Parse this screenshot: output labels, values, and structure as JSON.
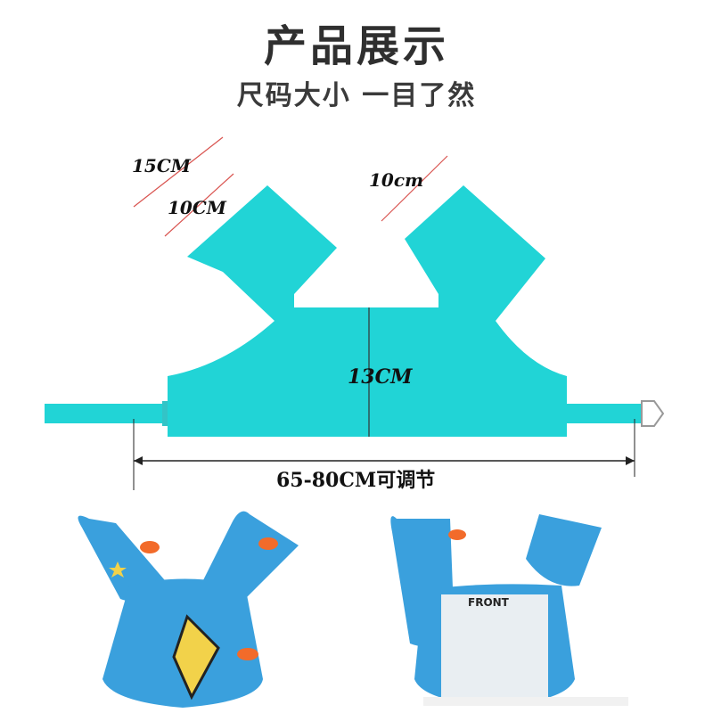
{
  "header": {
    "title": "产品展示",
    "subtitle": "尺码大小 一目了然"
  },
  "diagram": {
    "vest_color": "#21d4d6",
    "dim_line_color": "#d9534f",
    "measurements": {
      "arm_outer": "15CM",
      "arm_inner": "10CM",
      "arm_right": "10cm",
      "body_height": "13CM",
      "strap_width": "65-80CM可调节"
    }
  },
  "photos": {
    "front": {
      "vest_color": "#3aa0dd"
    },
    "back": {
      "vest_color": "#3aa0dd",
      "label": "FRONT"
    }
  }
}
